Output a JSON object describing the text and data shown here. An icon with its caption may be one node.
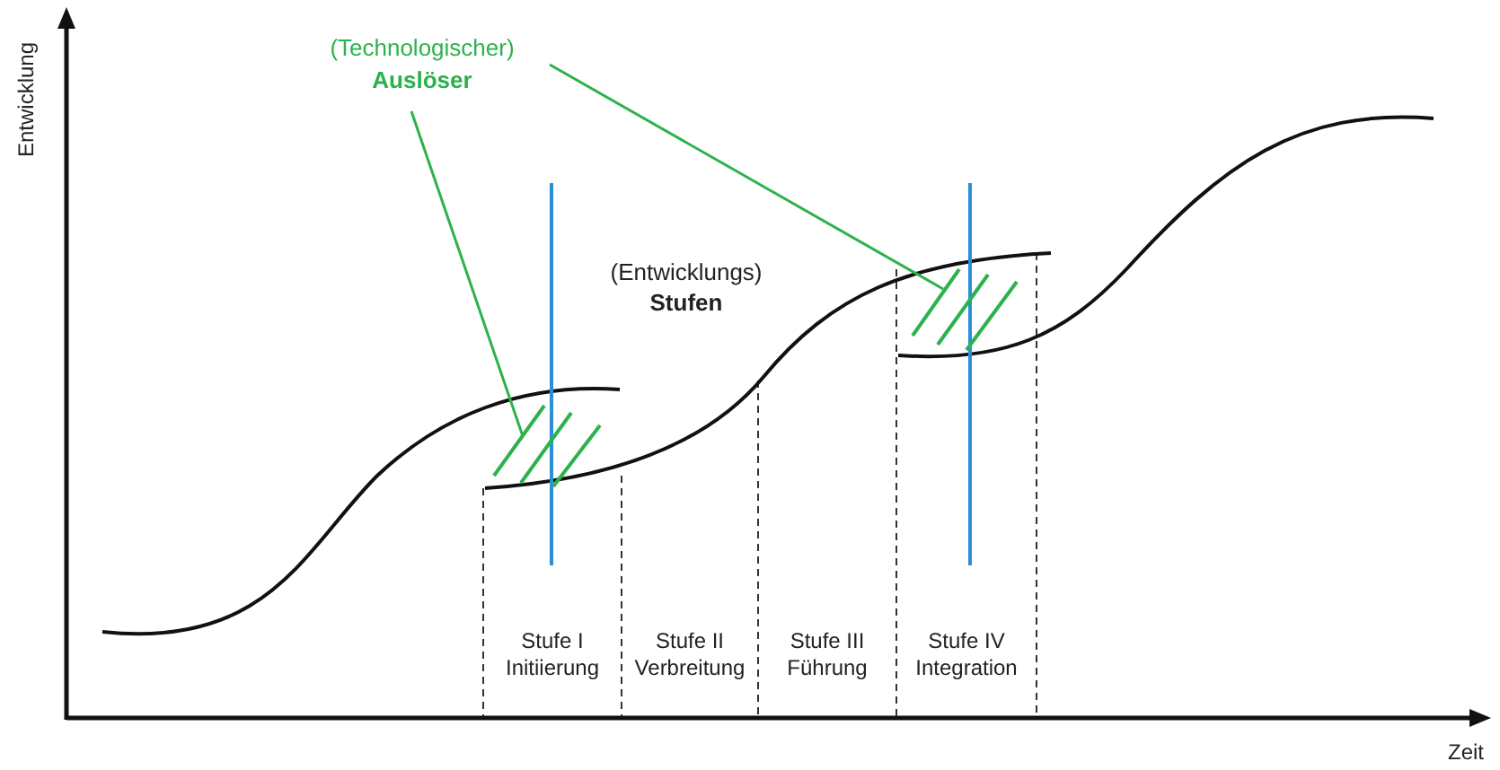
{
  "diagram": {
    "nodes": [
      {
        "text": [
          "(Technologischer)",
          "Auslöser"
        ]
      },
      {
        "text": [],
        "shape": "hatch"
      },
      {
        "text": [],
        "shape": "hatch"
      }
    ],
    "edges": [
      {
        "from": 0,
        "to": 1,
        "arrow": "none"
      },
      {
        "from": 0,
        "to": 2,
        "arrow": "none"
      }
    ],
    "labels": [
      "Entwicklung",
      "(Entwicklungs)",
      "Stufen",
      "Stufe I Initiierung",
      "Stufe II Verbreitung",
      "Stufe III Führung",
      "Stufe IV Integration",
      "Zeit"
    ]
  }
}
